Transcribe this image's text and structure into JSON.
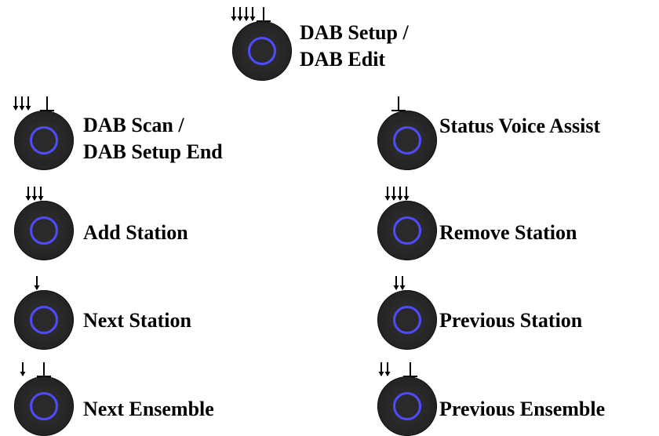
{
  "accent_color": "#4d4dff",
  "knob_color": "#2a2a2a",
  "entries": [
    {
      "id": "dab-setup",
      "line1": "DAB Setup /",
      "line2": "DAB Edit",
      "gesture": "four short presses, then one long press"
    },
    {
      "id": "dab-scan",
      "line1": "DAB Scan /",
      "line2": "DAB Setup End",
      "gesture": "three short presses, then one long press"
    },
    {
      "id": "status-voice",
      "line1": "Status Voice Assist",
      "line2": "",
      "gesture": "one long press"
    },
    {
      "id": "add-station",
      "line1": "Add Station",
      "line2": "",
      "gesture": "three short presses"
    },
    {
      "id": "remove-station",
      "line1": "Remove Station",
      "line2": "",
      "gesture": "four short presses"
    },
    {
      "id": "next-station",
      "line1": "Next Station",
      "line2": "",
      "gesture": "one short press"
    },
    {
      "id": "previous-station",
      "line1": "Previous Station",
      "line2": "",
      "gesture": "two short presses"
    },
    {
      "id": "next-ensemble",
      "line1": "Next Ensemble",
      "line2": "",
      "gesture": "one short press, then one long press"
    },
    {
      "id": "previous-ensemble",
      "line1": "Previous Ensemble",
      "line2": "",
      "gesture": "two short presses, then one long press"
    }
  ]
}
